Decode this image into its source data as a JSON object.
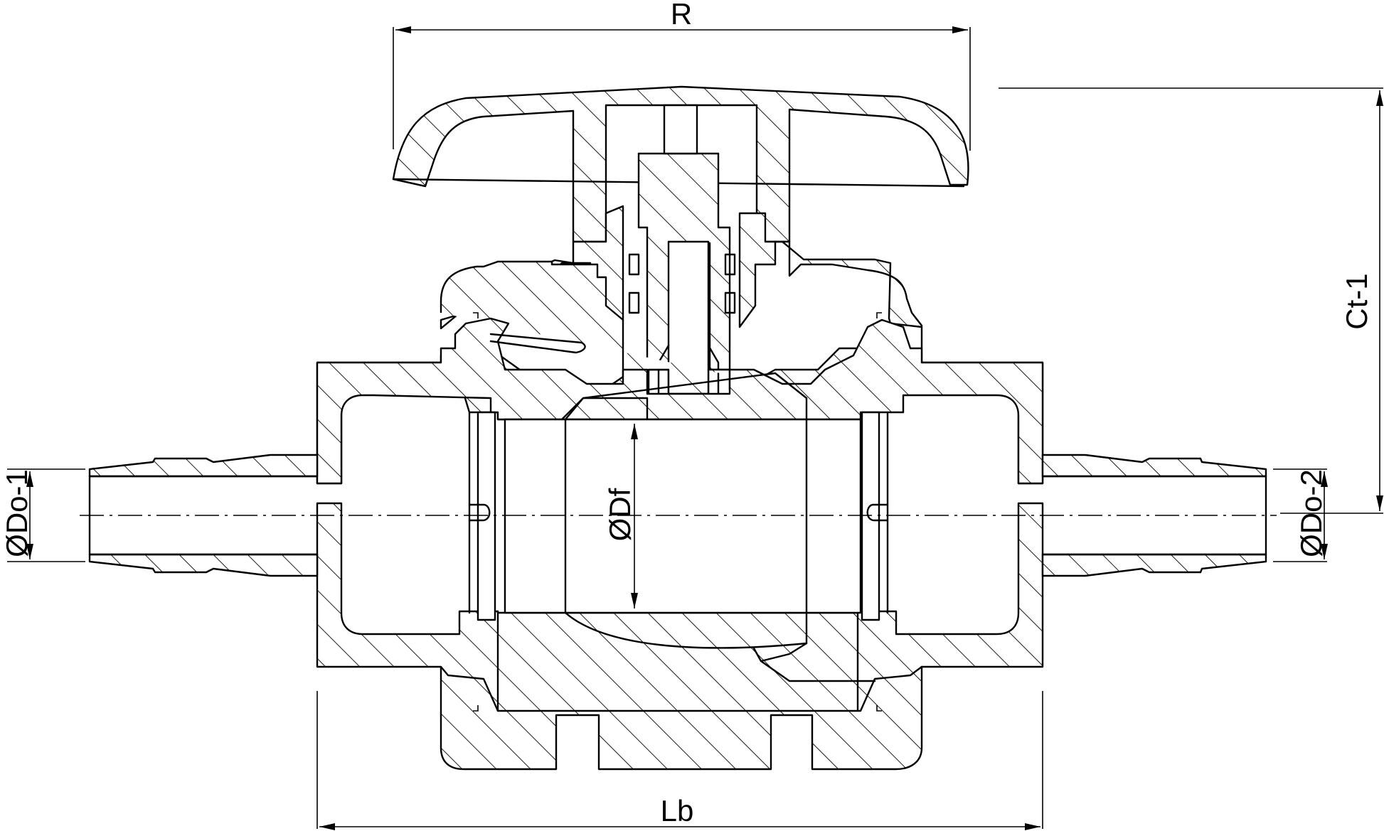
{
  "labels": {
    "r": "R",
    "ct": "Ct-1",
    "do1": "ØDo-1",
    "do2": "ØDo-2",
    "df": "ØDf",
    "lb": "Lb"
  },
  "colors": {
    "line": "#000000",
    "background": "#ffffff"
  }
}
